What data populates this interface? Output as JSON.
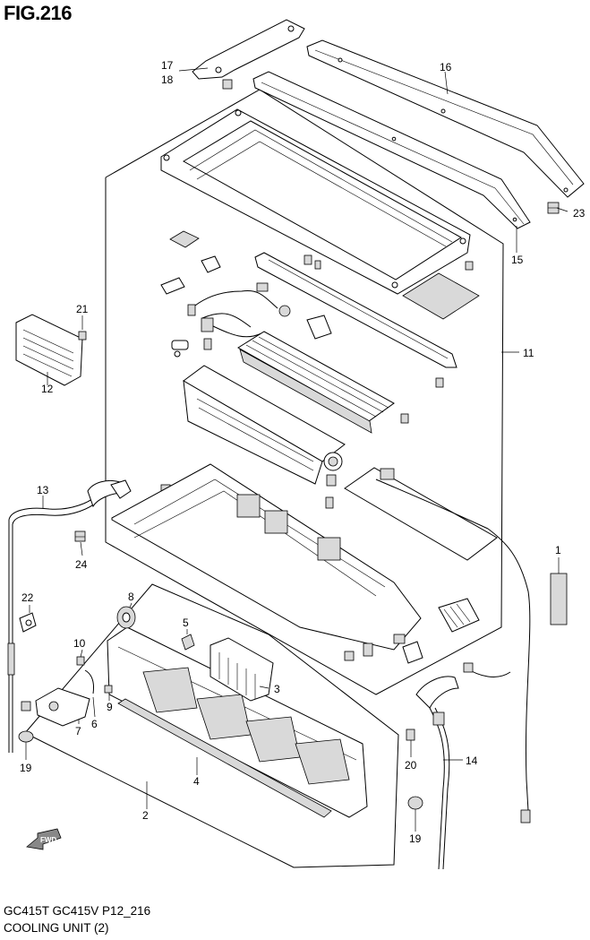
{
  "figure": {
    "title": "FIG.216",
    "model_line": "GC415T GC415V P12_216",
    "section_name": "COOLING UNIT (2)",
    "fwd_badge": "FWD"
  },
  "callouts": {
    "p1": "1",
    "p2": "2",
    "p3": "3",
    "p4": "4",
    "p5": "5",
    "p6": "6",
    "p7": "7",
    "p8": "8",
    "p9": "9",
    "p10": "10",
    "p11": "11",
    "p12": "12",
    "p13": "13",
    "p14": "14",
    "p15": "15",
    "p16": "16",
    "p17": "17",
    "p18": "18",
    "p19a": "19",
    "p19b": "19",
    "p20": "20",
    "p21": "21",
    "p22": "22",
    "p23": "23",
    "p24": "24"
  }
}
